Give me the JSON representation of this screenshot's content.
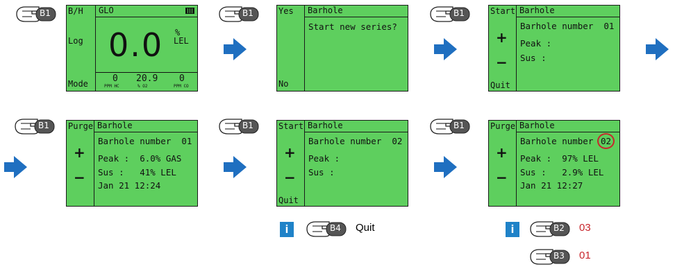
{
  "colors": {
    "screen_green": "#5ecf5e",
    "arrow_blue": "#1f6fc0",
    "info_blue": "#1f82c8",
    "label_red": "#c8262c",
    "key_dark": "#555555"
  },
  "icons": {
    "hand": "pointing-hand-icon",
    "arrow": "right-arrow-icon",
    "info": "info-icon",
    "battery": "battery-icon"
  },
  "screen1": {
    "side_top": "B/H",
    "side_mid": "Log",
    "side_bot": "Mode",
    "title": "GLO",
    "reading": "0.0",
    "unit_top": "%",
    "unit_bot": "LEL",
    "hc_val": "0",
    "hc_unit": "PPM HC",
    "o2_val": "20.9",
    "o2_unit": "% O2",
    "co_val": "0",
    "co_unit": "PPM CO"
  },
  "screen2": {
    "side_top": "Yes",
    "side_bot": "No",
    "title": "Barhole",
    "line1": "Start new series?"
  },
  "screen3": {
    "side_top": "Start",
    "plus": "+",
    "minus": "−",
    "side_bot": "Quit",
    "title": "Barhole",
    "line1": "Barhole number  01",
    "line2": "Peak :",
    "line3": "Sus :"
  },
  "screen4": {
    "side_top": "Purge",
    "plus": "+",
    "minus": "−",
    "title": "Barhole",
    "line1": "Barhole number  01",
    "line2": "Peak :  6.0% GAS",
    "line3": "Sus :   41% LEL",
    "line4": "Jan 21 12:24"
  },
  "screen5": {
    "side_top": "Start",
    "plus": "+",
    "minus": "−",
    "side_bot": "Quit",
    "title": "Barhole",
    "line1": "Barhole number  02",
    "line2": "Peak :",
    "line3": "Sus :"
  },
  "screen6": {
    "side_top": "Purge",
    "plus": "+",
    "minus": "−",
    "title": "Barhole",
    "line1": "Barhole number",
    "line1_num": "02",
    "line2": "Peak :  97% LEL",
    "line3": "Sus :   2.9% LEL",
    "line4": "Jan 21 12:27"
  },
  "keys": {
    "b1": "B1",
    "b2": "B2",
    "b3": "B3",
    "b4": "B4"
  },
  "notes": {
    "info": "i",
    "quit": "Quit",
    "b2_value": "03",
    "b3_value": "01"
  }
}
